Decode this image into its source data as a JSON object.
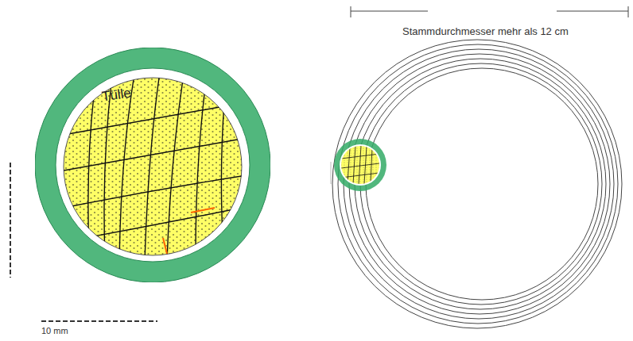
{
  "diagram": {
    "nodes": [
      {
        "text": [
          "Tülle"
        ]
      }
    ],
    "labels": [
      "10 mm",
      "Stammdurchmesser mehr als 12 cm"
    ]
  }
}
